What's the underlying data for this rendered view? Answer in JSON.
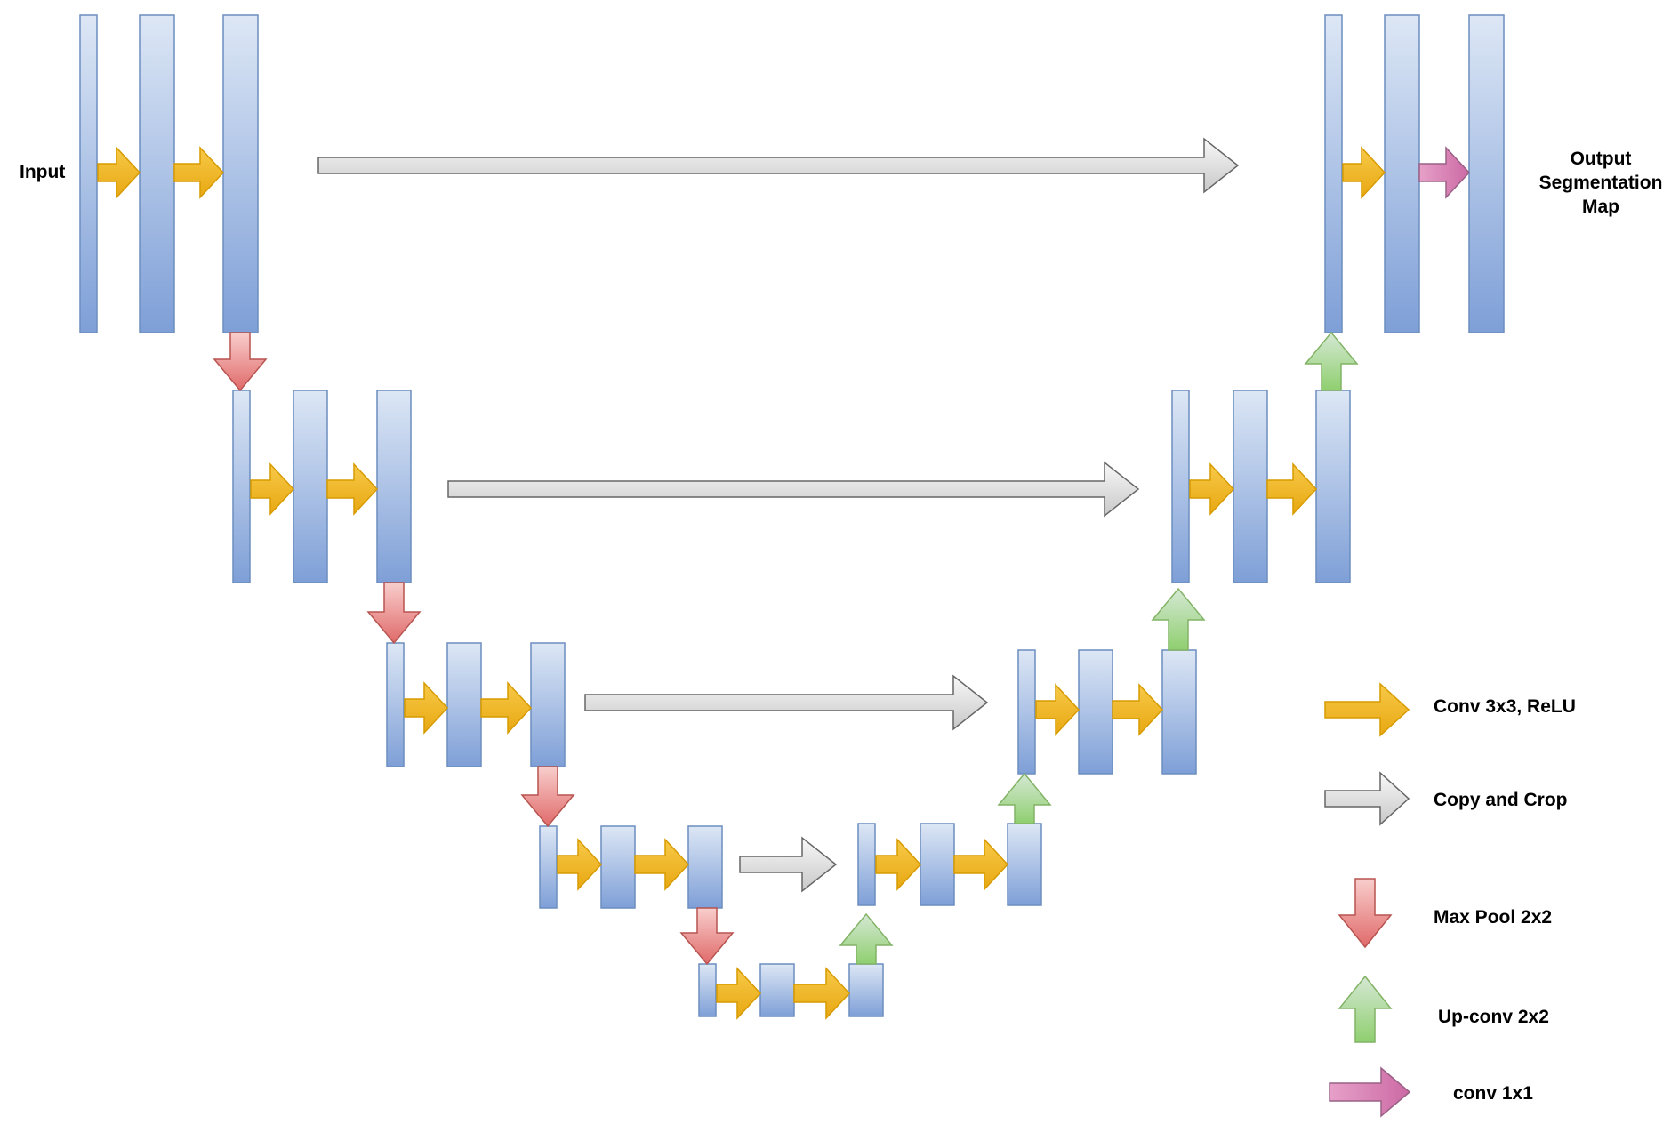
{
  "input_label": "Input",
  "output_label": [
    "Output",
    "Segmentation",
    "Map"
  ],
  "colors": {
    "block_top": "#dde7f5",
    "block_bottom": "#7e9fd7",
    "block_stroke": "#6c8ebf",
    "conv": "#f0b428",
    "conv_stroke": "#d79b00",
    "copy": "#e9e9e9",
    "copy_stroke": "#666666",
    "pool": "#e06a6a",
    "pool_stroke": "#b85450",
    "upconv": "#8fcf6f",
    "upconv_stroke": "#82b366",
    "conv1x1": "#e07bb5",
    "conv1x1_stroke": "#996185"
  },
  "legend": [
    {
      "kind": "conv",
      "icon": "conv-arrow-icon",
      "label": "Conv 3x3, ReLU"
    },
    {
      "kind": "copy",
      "icon": "copy-arrow-icon",
      "label": "Copy and Crop"
    },
    {
      "kind": "pool",
      "icon": "down-arrow-icon",
      "label": "Max Pool 2x2"
    },
    {
      "kind": "upconv",
      "icon": "up-arrow-icon",
      "label": "Up-conv 2x2"
    },
    {
      "kind": "conv1x1",
      "icon": "conv1x1-arrow-icon",
      "label": "conv 1x1"
    }
  ]
}
